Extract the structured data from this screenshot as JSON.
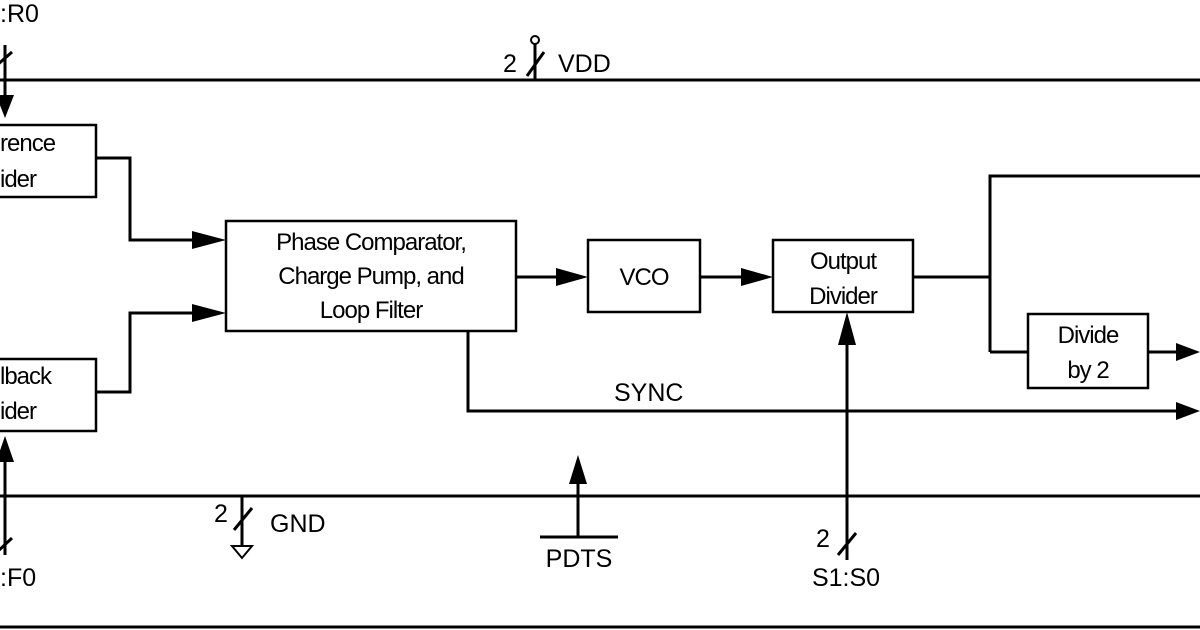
{
  "blocks": {
    "reference_divider": {
      "line1": "rence",
      "line2": "ider"
    },
    "feedback_divider": {
      "line1": "lback",
      "line2": "ider"
    },
    "phase_comparator": {
      "line1": "Phase Comparator,",
      "line2": "Charge Pump, and",
      "line3": "Loop Filter"
    },
    "vco": {
      "label": "VCO"
    },
    "output_divider": {
      "line1": "Output",
      "line2": "Divider"
    },
    "divide_by_2": {
      "line1": "Divide",
      "line2": "by 2"
    }
  },
  "signals": {
    "r_input": ":R0",
    "f_input": ":F0",
    "vdd": "VDD",
    "vdd_count": "2",
    "gnd": "GND",
    "gnd_count": "2",
    "sync": "SYNC",
    "pdts": "PDTS",
    "select": "S1:S0",
    "select_count": "2"
  }
}
